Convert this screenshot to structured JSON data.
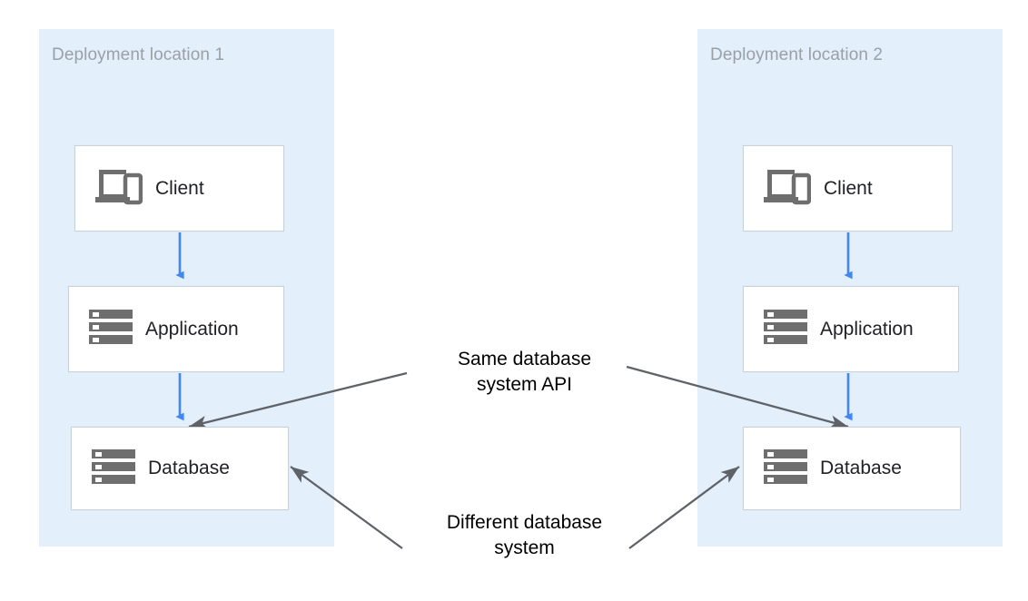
{
  "diagram": {
    "title": "Database deployment comparison diagram",
    "colors": {
      "panel_background": "#e3effb",
      "node_background": "#ffffff",
      "node_border": "#c9d1d9",
      "flow_arrow": "#4285f4",
      "annotation_arrow": "#5f6368",
      "panel_title_text": "#9aa0a6",
      "node_label_text": "#202124",
      "annotation_text": "#000000",
      "icon_fill": "#6e6e6e"
    },
    "panels": [
      {
        "id": "deployment-location-1",
        "title": "Deployment location 1",
        "nodes": [
          {
            "id": "client-1",
            "label": "Client",
            "icon": "devices-icon"
          },
          {
            "id": "application-1",
            "label": "Application",
            "icon": "server-stack-icon"
          },
          {
            "id": "database-1",
            "label": "Database",
            "icon": "server-stack-icon"
          }
        ]
      },
      {
        "id": "deployment-location-2",
        "title": "Deployment location 2",
        "nodes": [
          {
            "id": "client-2",
            "label": "Client",
            "icon": "devices-icon"
          },
          {
            "id": "application-2",
            "label": "Application",
            "icon": "server-stack-icon"
          },
          {
            "id": "database-2",
            "label": "Database",
            "icon": "server-stack-icon"
          }
        ]
      }
    ],
    "annotations": [
      {
        "id": "same-database-system-api",
        "text": "Same database\nsystem API"
      },
      {
        "id": "different-database-system",
        "text": "Different database\nsystem"
      }
    ]
  }
}
